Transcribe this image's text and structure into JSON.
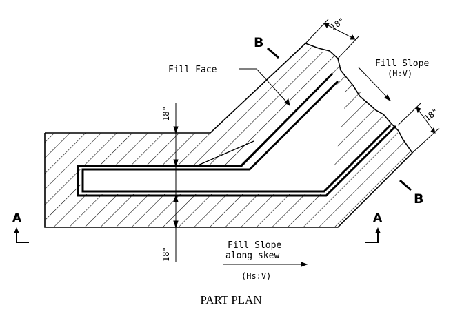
{
  "caption": "PART PLAN",
  "labels": {
    "fill_face": "Fill Face",
    "fill_slope": "Fill Slope",
    "fill_slope_hv": "(H:V)",
    "fill_slope_skew_1": "Fill Slope",
    "fill_slope_skew_2": "along skew",
    "fill_slope_skew_ratio": "(Hs:V)",
    "section_a": "A",
    "section_b": "B",
    "dim_top": "18\"",
    "dim_right": "18\"",
    "dim_left_upper": "18\"",
    "dim_left_lower": "18\""
  },
  "colors": {
    "line": "#000000",
    "background": "#ffffff"
  }
}
